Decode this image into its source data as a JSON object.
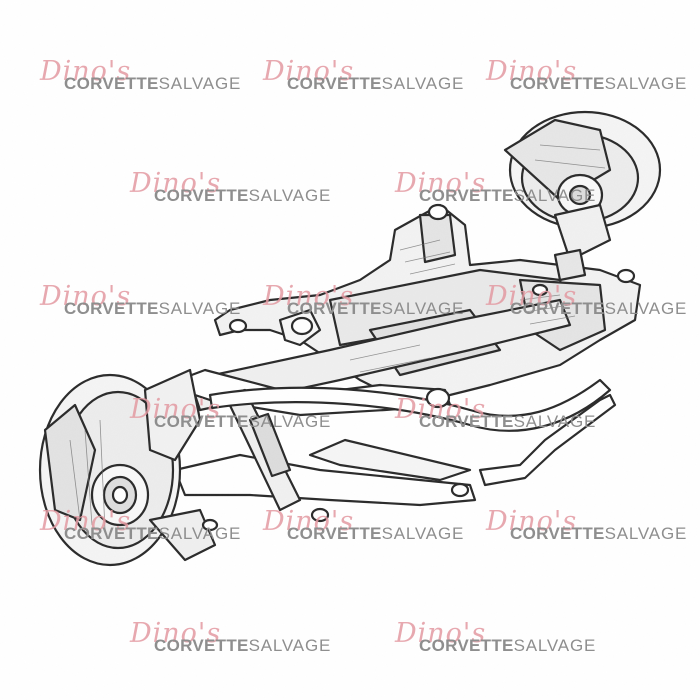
{
  "watermark": {
    "script": "Dino's",
    "word1": "CORVETTE",
    "word2": "SALVAGE",
    "color_script": "#e39aa2",
    "color_text": "#8e8e8e"
  },
  "image": {
    "subject": "line drawing of a front suspension cradle with control arms and brake rotors",
    "line_color": "#2b2b2b",
    "shade_color": "#cfcfcf"
  }
}
